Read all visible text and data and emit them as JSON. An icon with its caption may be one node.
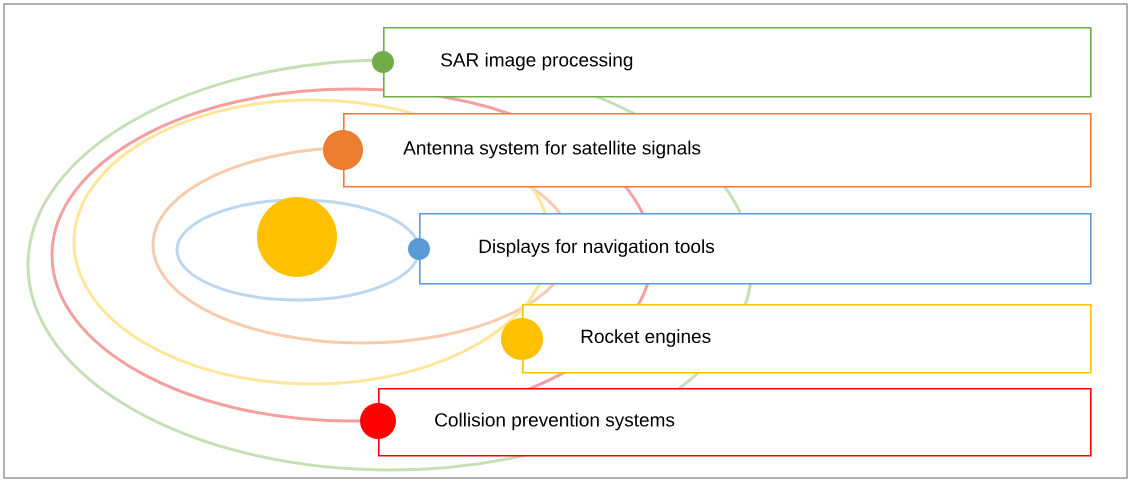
{
  "diagram": {
    "nodes": [
      {
        "text": [
          "SAR image processing"
        ]
      },
      {
        "text": [
          "Antenna system for satellite signals"
        ]
      },
      {
        "text": [
          "Displays for navigation tools"
        ]
      },
      {
        "text": [
          "Rocket engines"
        ]
      },
      {
        "text": [
          "Collision prevention systems"
        ]
      }
    ]
  }
}
